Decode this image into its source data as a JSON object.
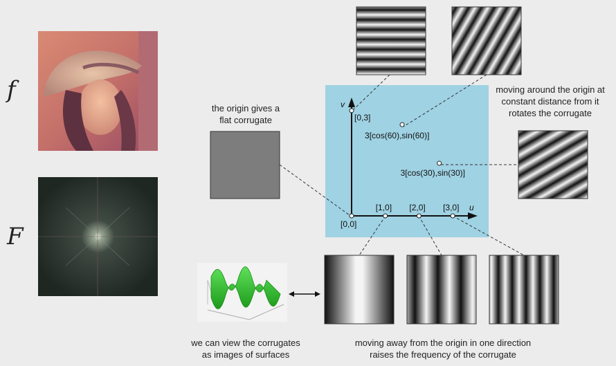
{
  "symbols": {
    "spatial": "f",
    "frequency": "F"
  },
  "colors": {
    "background": "#ececec",
    "plane": "#9fd2e3",
    "flat_gray": "#7d7d7d",
    "surface_green": "#33c52f",
    "axis": "#111111"
  },
  "plane": {
    "u_label": "u",
    "v_label": "v",
    "points": [
      {
        "label": "[0,0]",
        "u": 0,
        "v": 0
      },
      {
        "label": "[1,0]",
        "u": 1,
        "v": 0
      },
      {
        "label": "[2,0]",
        "u": 2,
        "v": 0
      },
      {
        "label": "[3,0]",
        "u": 3,
        "v": 0
      },
      {
        "label": "[0,3]",
        "u": 0,
        "v": 3
      },
      {
        "label": "3[cos(60),sin(60)]",
        "u": 1.5,
        "v": 2.6
      },
      {
        "label": "3[cos(30),sin(30)]",
        "u": 2.6,
        "v": 1.5
      }
    ]
  },
  "captions": {
    "origin": "the origin gives a\nflat corrugate",
    "rotate": "moving around the origin at\nconstant distance from it\nrotates the corrugate",
    "surfaces": "we can view the corrugates\nas images of surfaces",
    "frequency": "moving away from the origin in one direction\nraises the frequency of the corrugate"
  },
  "icons": {
    "lena_photo": "portrait-photo",
    "spectrum": "fourier-spectrum-image",
    "surface": "3d-surface-plot",
    "link": "double-arrow-icon"
  }
}
